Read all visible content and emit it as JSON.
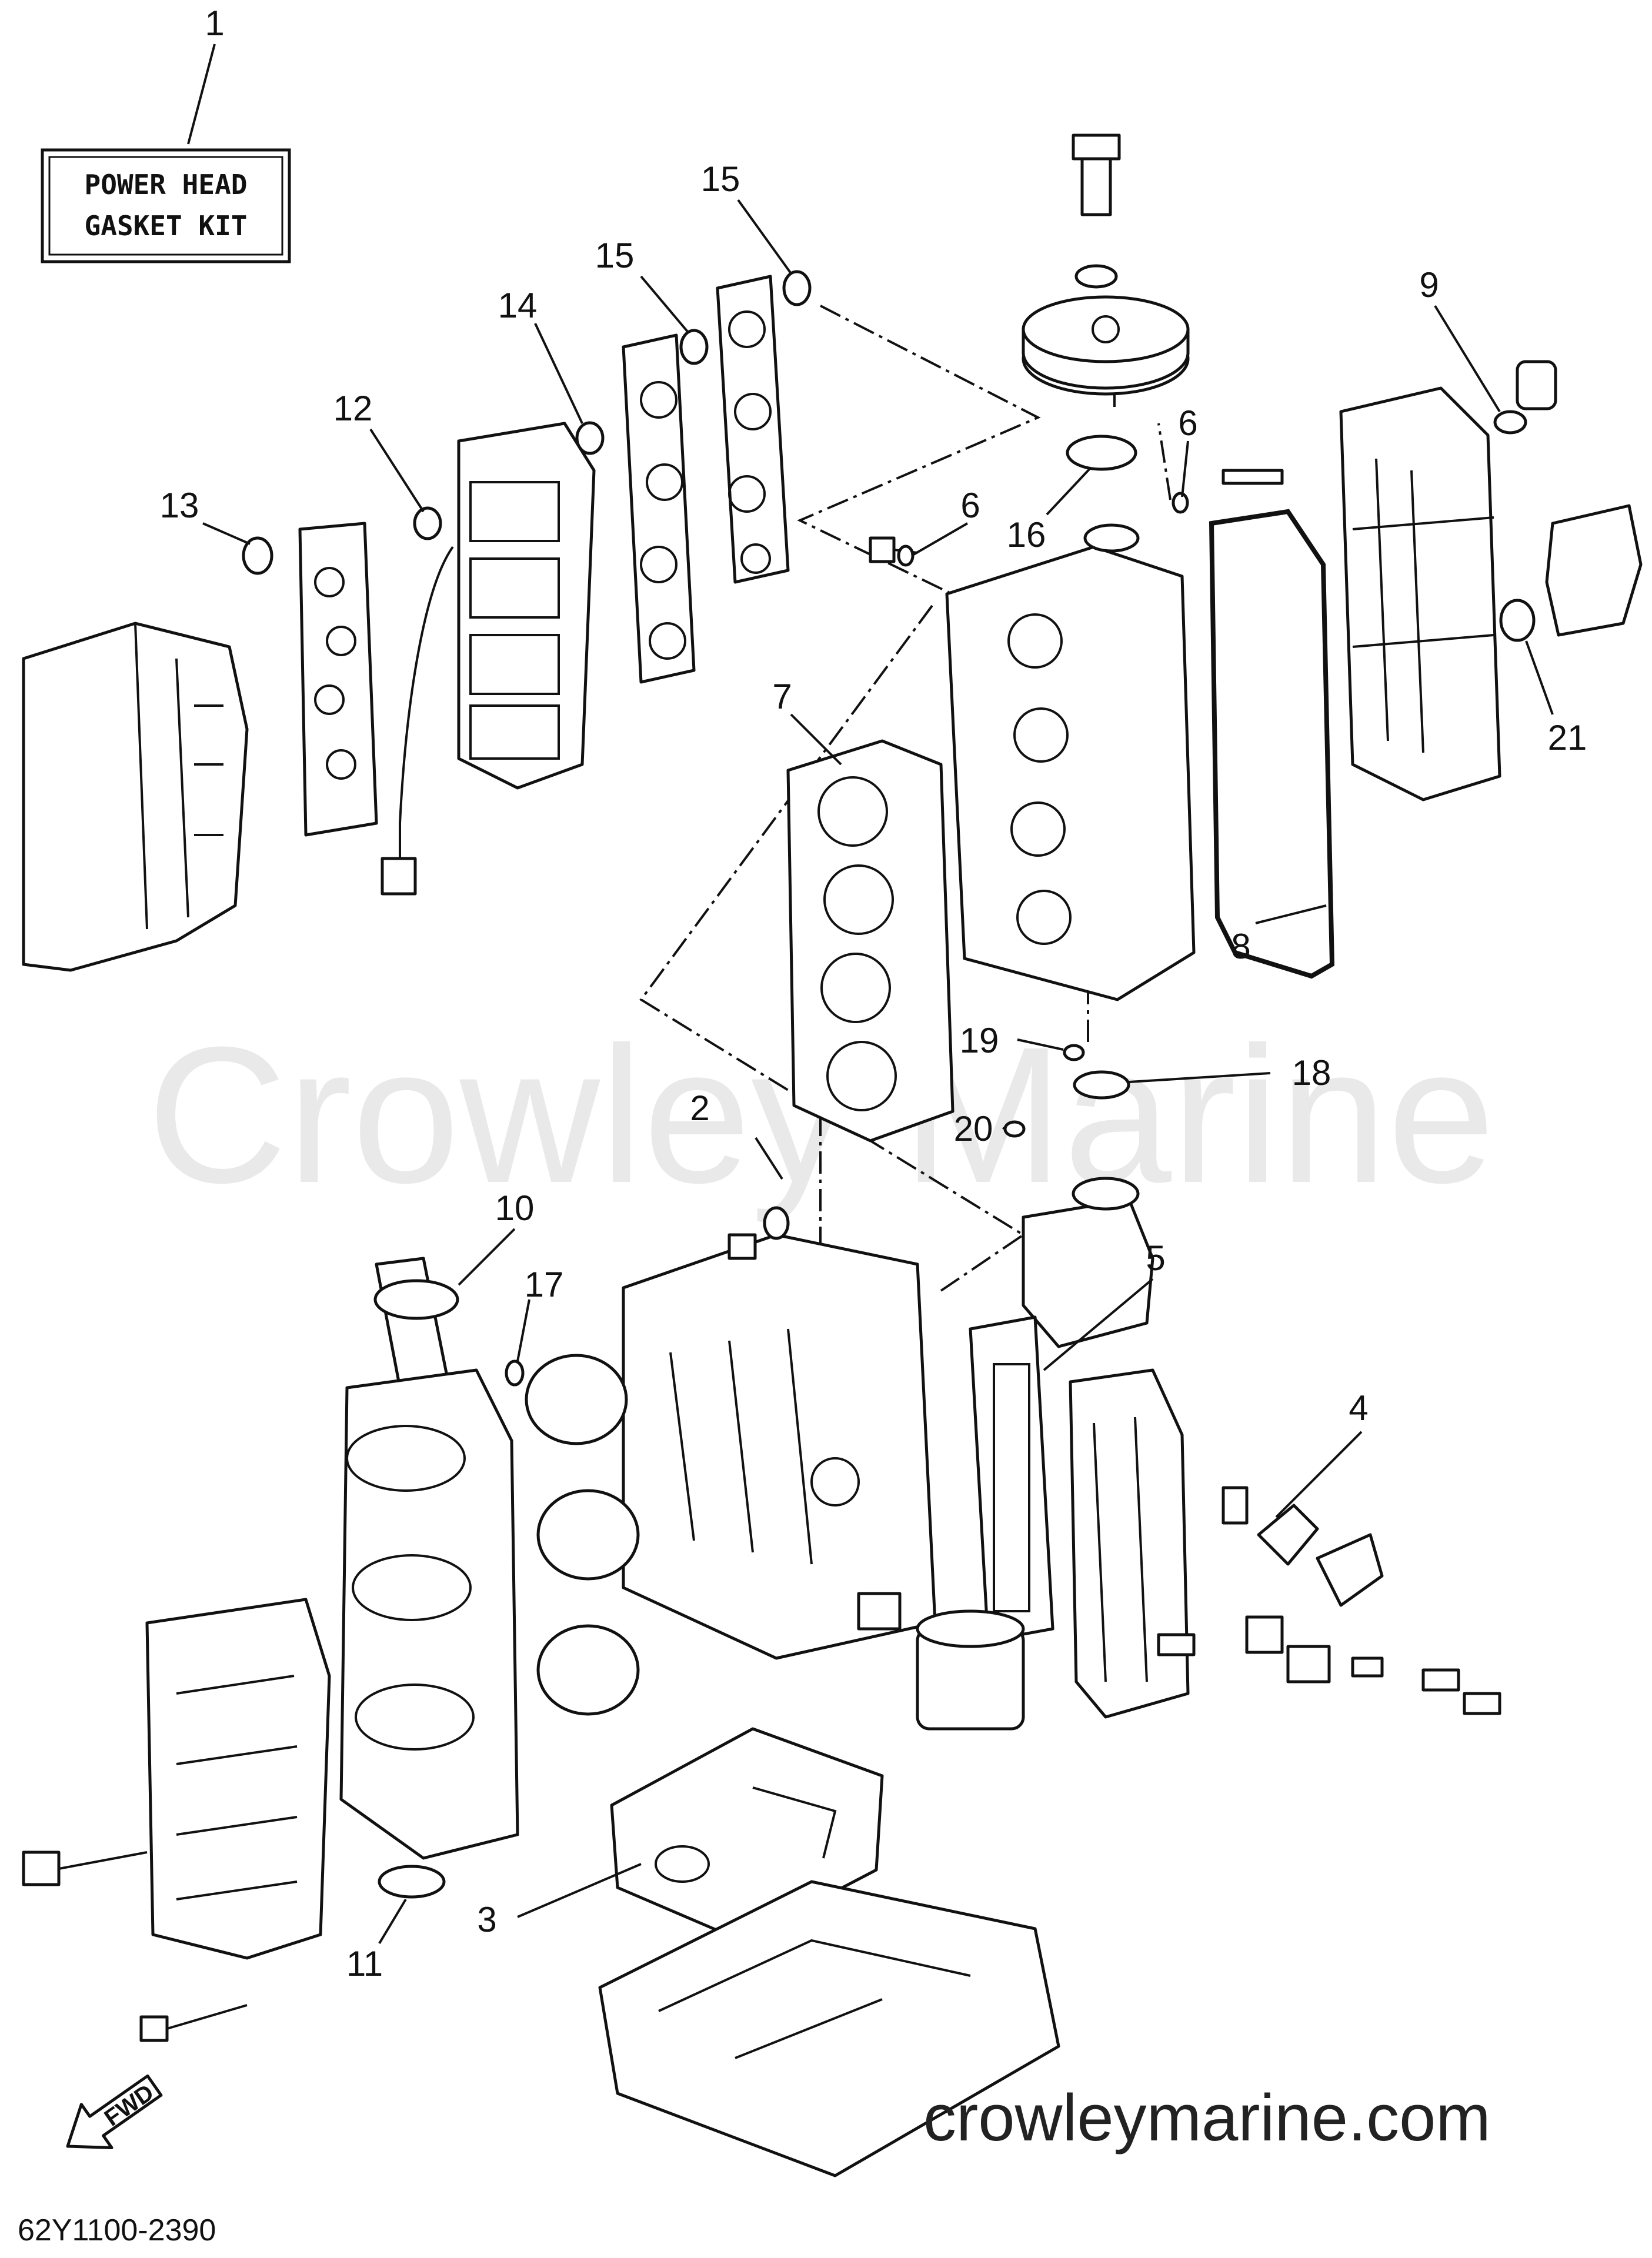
{
  "kit_label": {
    "line1": "POWER HEAD",
    "line2": "GASKET KIT"
  },
  "fwd_label": "FWD",
  "diagram_code": "62Y1100-2390",
  "watermark": "Crowley Marine",
  "website": "crowleymarine.com",
  "callouts": [
    {
      "id": "c1",
      "num": "1"
    },
    {
      "id": "c2",
      "num": "2"
    },
    {
      "id": "c3",
      "num": "3"
    },
    {
      "id": "c4",
      "num": "4"
    },
    {
      "id": "c5",
      "num": "5"
    },
    {
      "id": "c6a",
      "num": "6"
    },
    {
      "id": "c6b",
      "num": "6"
    },
    {
      "id": "c7",
      "num": "7"
    },
    {
      "id": "c8",
      "num": "8"
    },
    {
      "id": "c9",
      "num": "9"
    },
    {
      "id": "c10",
      "num": "10"
    },
    {
      "id": "c11",
      "num": "11"
    },
    {
      "id": "c12",
      "num": "12"
    },
    {
      "id": "c13",
      "num": "13"
    },
    {
      "id": "c14",
      "num": "14"
    },
    {
      "id": "c15a",
      "num": "15"
    },
    {
      "id": "c15b",
      "num": "15"
    },
    {
      "id": "c16",
      "num": "16"
    },
    {
      "id": "c17",
      "num": "17"
    },
    {
      "id": "c18",
      "num": "18"
    },
    {
      "id": "c19",
      "num": "19"
    },
    {
      "id": "c20",
      "num": "20"
    },
    {
      "id": "c21",
      "num": "21"
    }
  ]
}
